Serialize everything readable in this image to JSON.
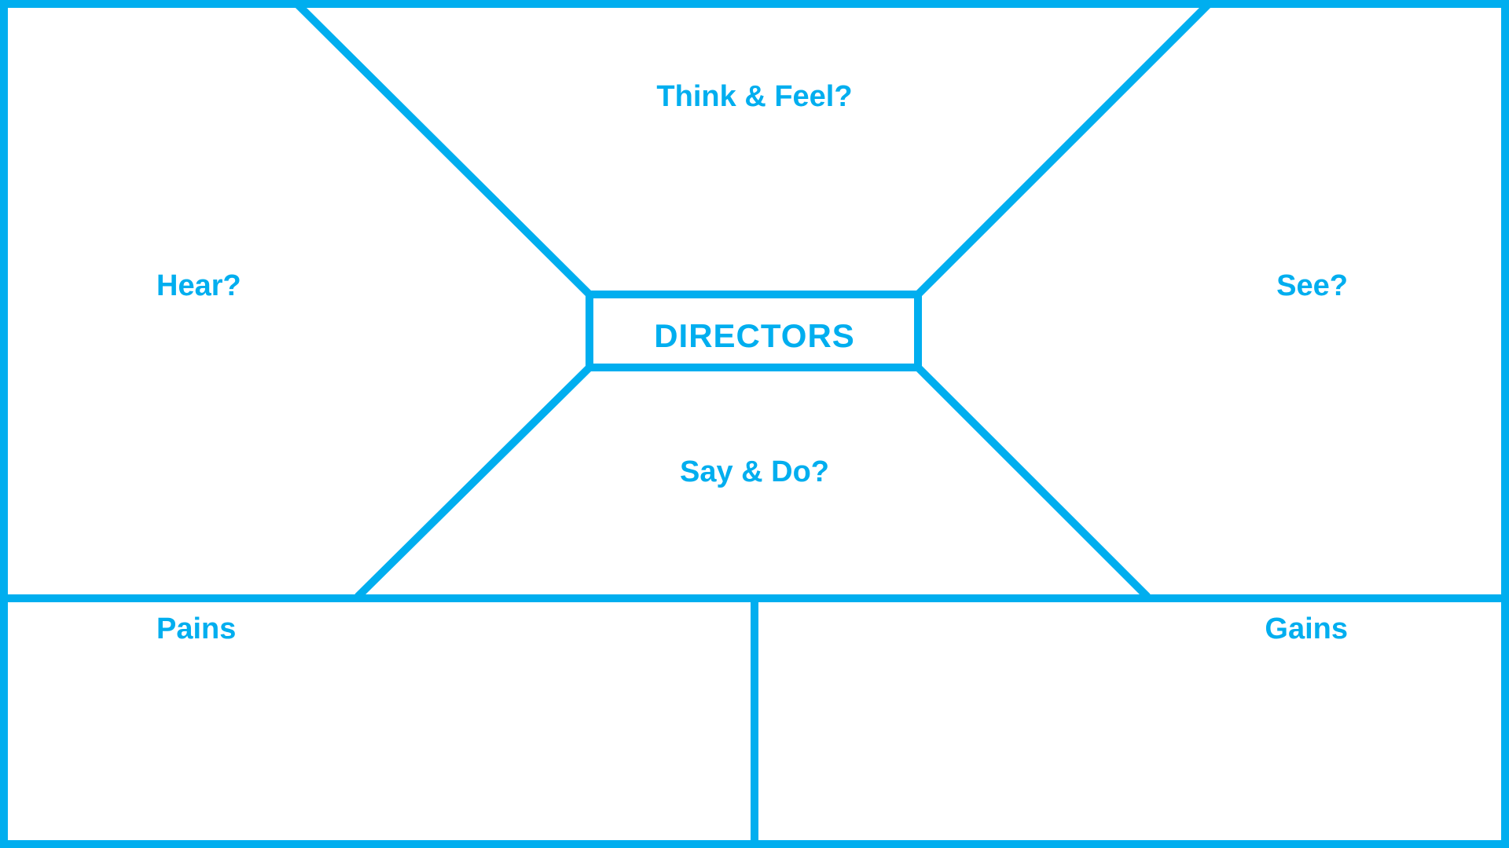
{
  "accent_color": "#00aeef",
  "background_color": "#ffffff",
  "map": {
    "center_label": "DIRECTORS",
    "think_feel": "Think & Feel?",
    "hear": "Hear?",
    "see": "See?",
    "say_do": "Say & Do?",
    "pains": "Pains",
    "gains": "Gains"
  }
}
